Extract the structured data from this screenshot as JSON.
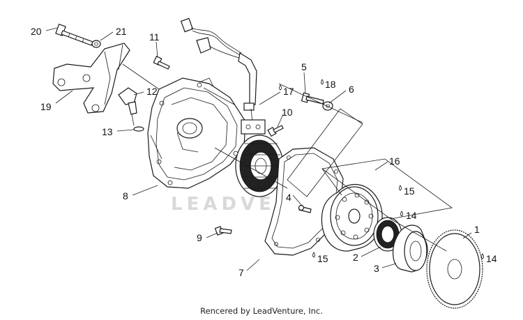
{
  "watermark": "LEADVENTURE",
  "footer": "Rencered by LeadVenture, Inc.",
  "callouts": [
    "20",
    "21",
    "11",
    "19",
    "12",
    "13",
    "8",
    "17",
    "10",
    "5",
    "18",
    "6",
    "4",
    "16",
    "15",
    "14",
    "1",
    "9",
    "7",
    "15",
    "2",
    "3",
    "14"
  ]
}
